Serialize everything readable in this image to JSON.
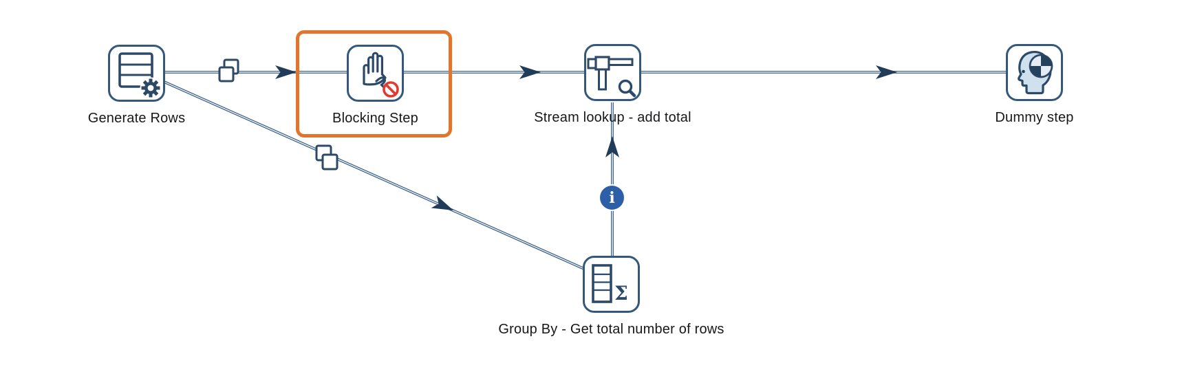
{
  "diagram": {
    "kind": "ETL transformation flow",
    "step_count": 5,
    "highlighted_step": "Blocking Step"
  },
  "steps": [
    {
      "id": "generate-rows",
      "label": "Generate Rows"
    },
    {
      "id": "blocking-step",
      "label": "Blocking Step",
      "highlighted": true
    },
    {
      "id": "stream-lookup",
      "label": "Stream lookup - add total"
    },
    {
      "id": "dummy-step",
      "label": "Dummy step"
    },
    {
      "id": "group-by",
      "label": "Group By - Get total number of rows"
    }
  ],
  "hops": [
    {
      "from": "Generate Rows",
      "to": "Blocking Step",
      "marker": "copy-rows-icon"
    },
    {
      "from": "Blocking Step",
      "to": "Stream lookup - add total"
    },
    {
      "from": "Stream lookup - add total",
      "to": "Dummy step"
    },
    {
      "from": "Generate Rows",
      "to": "Group By - Get total number of rows",
      "marker": "copy-rows-icon"
    },
    {
      "from": "Group By - Get total number of rows",
      "to": "Stream lookup - add total",
      "marker": "info-icon"
    }
  ],
  "glyphs": {
    "sigma": "Σ",
    "info": "i"
  },
  "colors": {
    "hop_line": "#35597e",
    "hop_core": "#e8eff5",
    "arrowhead": "#213c58",
    "step_border": "#33587c",
    "icon_stroke": "#2c4a68",
    "icon_dark_fill": "#24415e",
    "head_fill": "#cfe0ee",
    "highlight_orange": "#e0752b",
    "info_badge_blue": "#2d5fa7",
    "prohibition_red": "#e23a30",
    "label_text": "#17171a",
    "background": "#ffffff"
  }
}
